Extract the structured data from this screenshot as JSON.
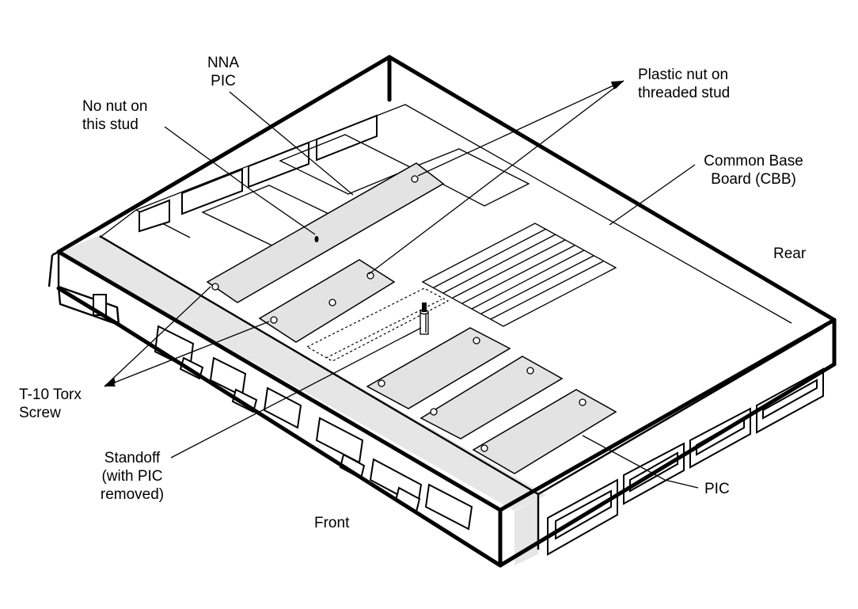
{
  "labels": {
    "nna_pic": [
      "NNA",
      "PIC"
    ],
    "no_nut": [
      "No nut on",
      "this stud"
    ],
    "plastic_nut": [
      "Plastic nut on",
      "threaded stud"
    ],
    "cbb": [
      "Common Base",
      "Board (CBB)"
    ],
    "rear": "Rear",
    "torx": [
      "T-10 Torx",
      "Screw"
    ],
    "standoff": [
      "Standoff",
      "(with PIC",
      "removed)"
    ],
    "front": "Front",
    "pic": "PIC"
  }
}
